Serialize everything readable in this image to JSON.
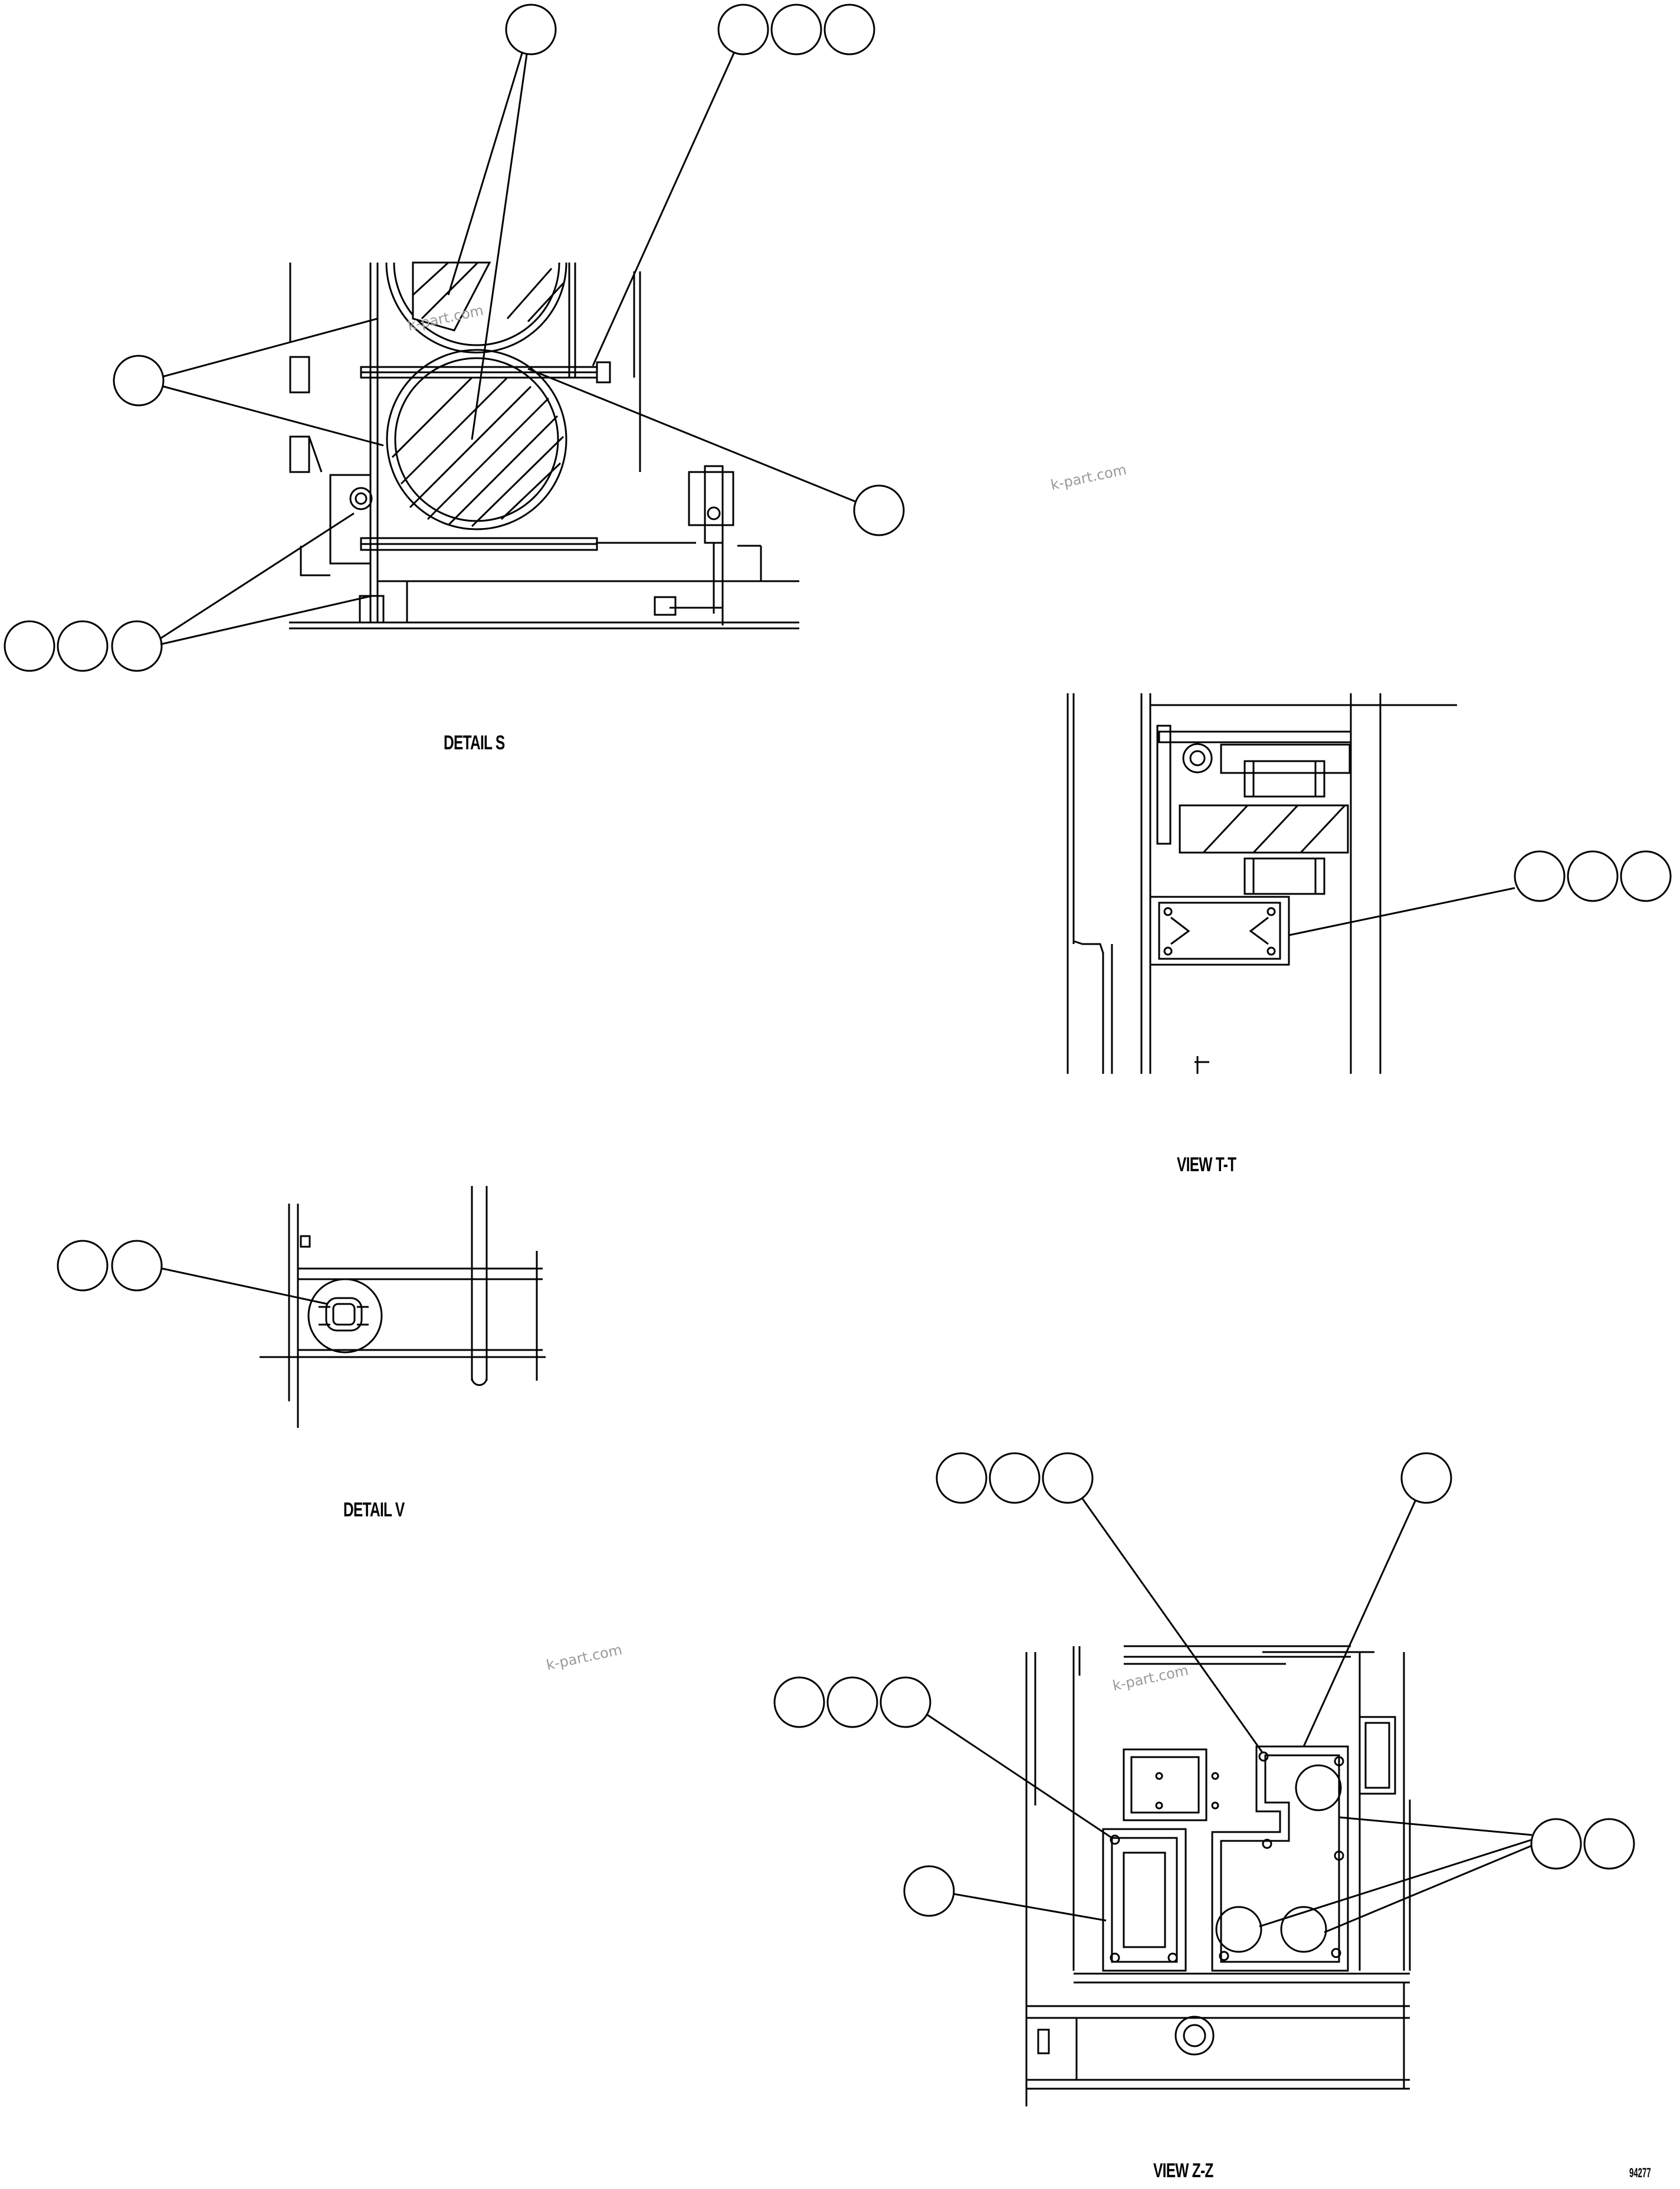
{
  "views": [
    {
      "id": "detail-s",
      "caption": "DETAIL S"
    },
    {
      "id": "view-t-t",
      "caption": "VIEW T-T"
    },
    {
      "id": "detail-v",
      "caption": "DETAIL V"
    },
    {
      "id": "view-z-z",
      "caption": "VIEW Z-Z"
    }
  ],
  "watermarks": [
    "k-part.com",
    "k-part.com",
    "k-part.com",
    "k-part.com"
  ],
  "sheet_number": "94277"
}
